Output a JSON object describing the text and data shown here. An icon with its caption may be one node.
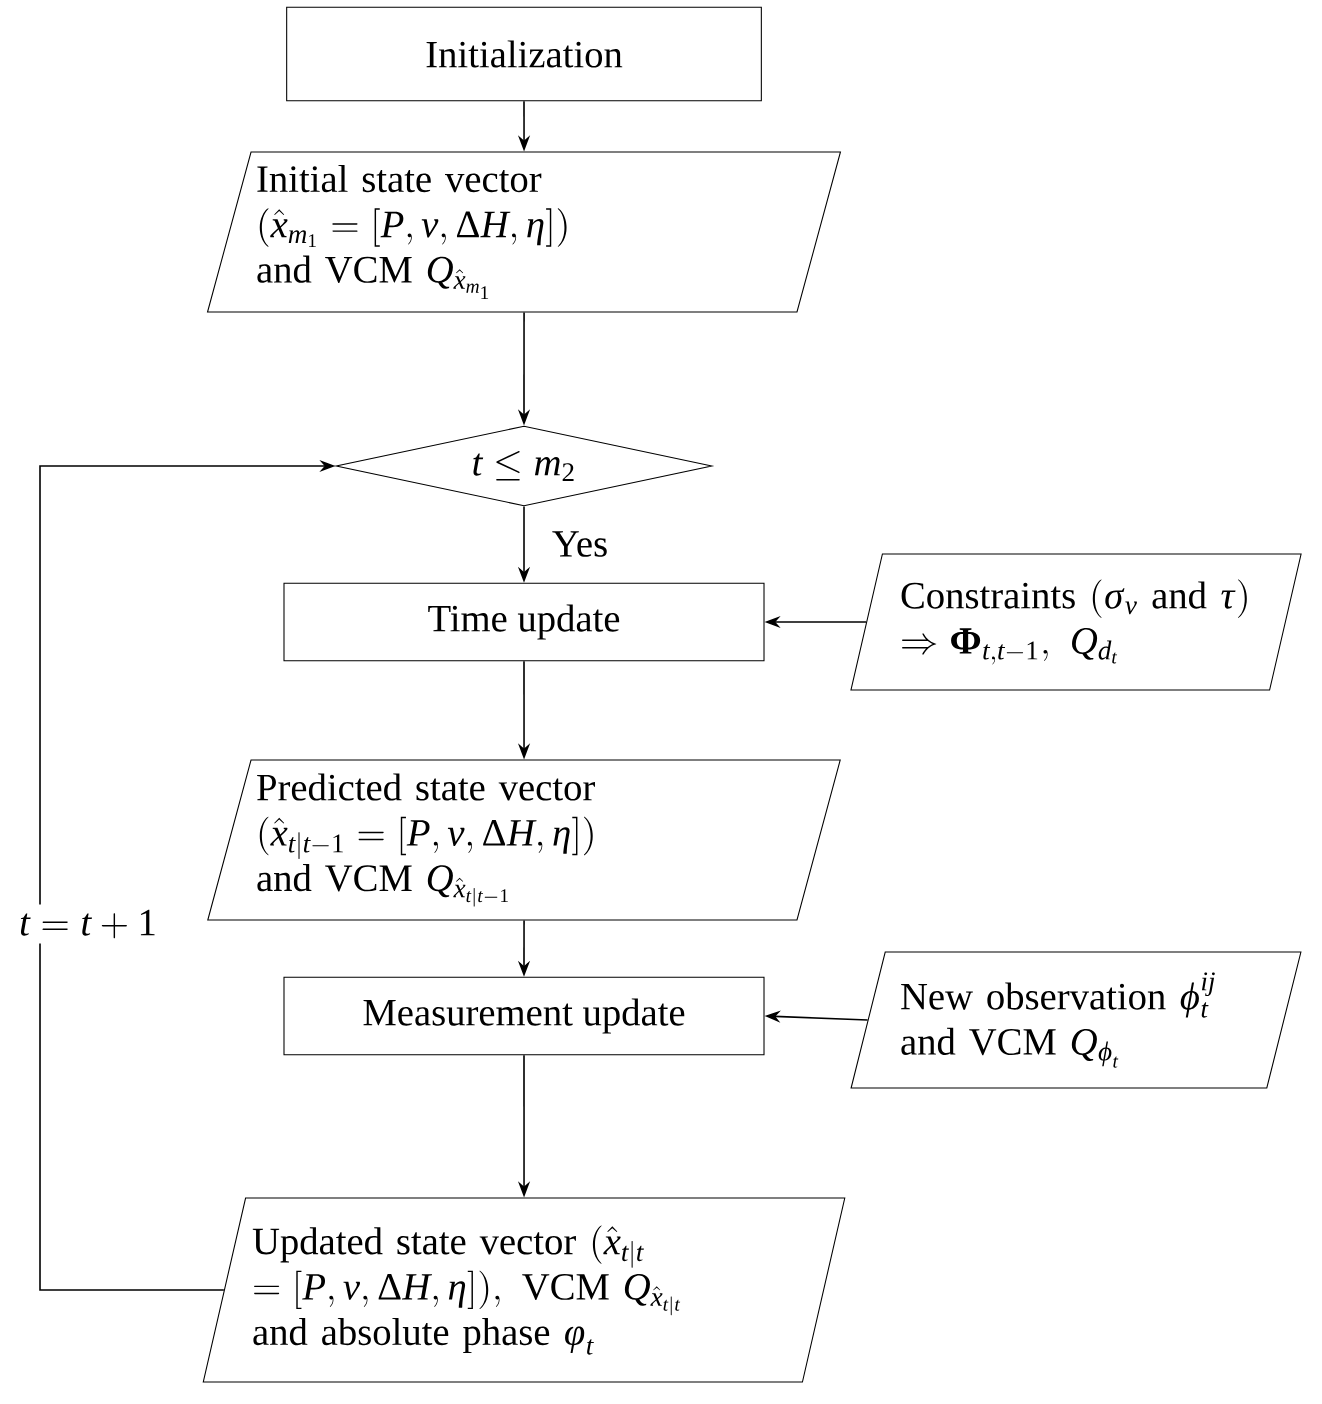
{
  "diagram": {
    "nodes": [
      {
        "text": [
          "Initialization"
        ]
      },
      {
        "text": [
          "Initial state vector",
          "(\\hat{x}_{m_1} = [P, v, \\Delta H, \\eta])",
          "\\text{and VCM } Q_{\\hat{x}_{m_1}}"
        ]
      },
      {
        "text": [
          "t \\leq m_2"
        ]
      },
      {
        "text": [
          "Time update"
        ]
      },
      {
        "text": [
          "\\text{Constraints } (\\sigma_v \\text{ and } \\tau)",
          "\\Rightarrow \\mathbf{\\Phi}_{t,t-1},\\ Q_{d_t}"
        ]
      },
      {
        "text": [
          "Predicted state vector",
          "(\\hat{x}_{t|t-1} = [P, v, \\Delta H, \\eta])",
          "\\text{and VCM } Q_{\\hat{x}_{t|t-1}}"
        ]
      },
      {
        "text": [
          "Measurement update"
        ]
      },
      {
        "text": [
          "\\text{New observation } \\varphi_t^{ij}",
          "\\text{and VCM } Q_{\\varphi_t}"
        ]
      },
      {
        "text": [
          "\\text{Updated state vector } (\\hat{x}_{t|t}",
          "= [P, v, \\Delta H, \\eta]),\\ \\text{VCM } Q_{\\hat{x}_{t|t}}",
          "\\text{and absolute phase } \\phi_t"
        ]
      }
    ],
    "edges": [
      {
        "from": 0,
        "to": 1,
        "arrow": "to"
      },
      {
        "from": 1,
        "to": 2,
        "arrow": "to"
      },
      {
        "from": 2,
        "to": 3,
        "arrow": "to",
        "label": "Yes"
      },
      {
        "from": 4,
        "to": 3,
        "arrow": "to"
      },
      {
        "from": 3,
        "to": 5,
        "arrow": "to"
      },
      {
        "from": 5,
        "to": 6,
        "arrow": "to"
      },
      {
        "from": 7,
        "to": 6,
        "arrow": "to"
      },
      {
        "from": 6,
        "to": 8,
        "arrow": "to"
      },
      {
        "from": 8,
        "to": 2,
        "arrow": "to",
        "label": "t = t + 1"
      }
    ]
  }
}
